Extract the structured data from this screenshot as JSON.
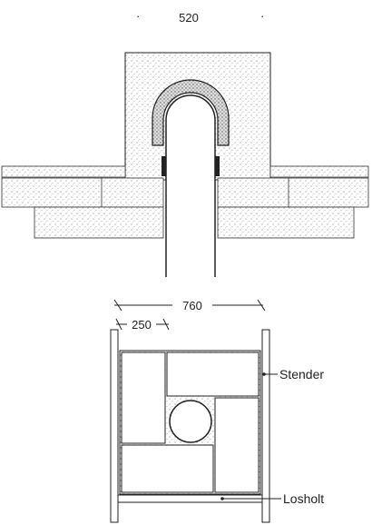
{
  "top_section": {
    "dimension_width": "520"
  },
  "plan_section": {
    "dimension_overall": "760",
    "dimension_inner": "250",
    "label_stender": "Stender",
    "label_losholt": "Losholt"
  },
  "colors": {
    "line": "#222222",
    "stipple": "#9a9a9a",
    "background": "#ffffff"
  }
}
